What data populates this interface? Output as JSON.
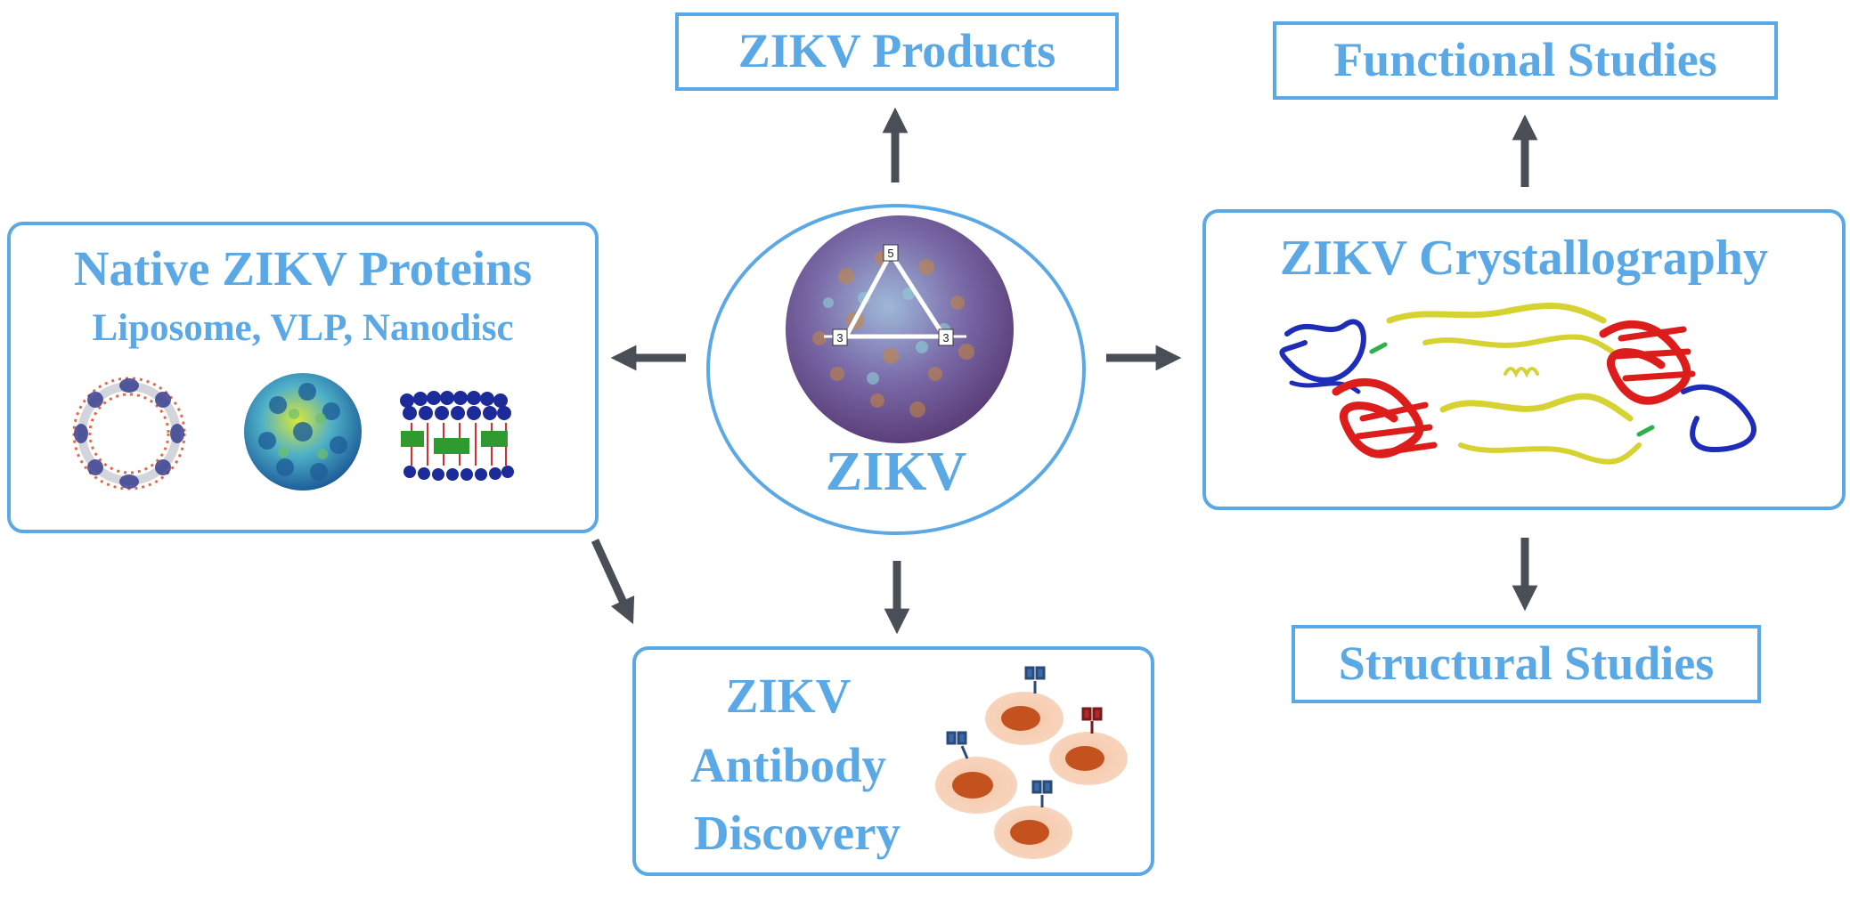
{
  "center": {
    "title": "ZIKV"
  },
  "products": {
    "title": "ZIKV Products"
  },
  "functional": {
    "title": "Functional Studies"
  },
  "native": {
    "title": "Native ZIKV Proteins",
    "subtitle": "Liposome, VLP, Nanodisc"
  },
  "crystallography": {
    "title": "ZIKV Crystallography"
  },
  "antibody": {
    "line1": "ZIKV",
    "line2": "Antibody",
    "line3": "Discovery"
  },
  "structural": {
    "title": "Structural Studies"
  },
  "virion_labels": {
    "top": "5",
    "left": "3",
    "right": "3"
  },
  "colors": {
    "accent": "#5aa9e6",
    "arrow": "#4a4f57"
  }
}
